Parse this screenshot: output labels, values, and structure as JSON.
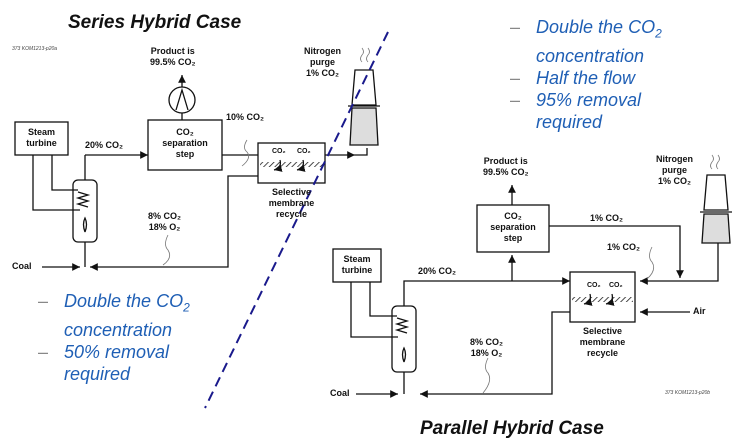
{
  "series": {
    "title": "Series Hybrid Case",
    "ref_code": "373 KOM1213-p20a",
    "labels": {
      "product": "Product is\n99.5% CO₂",
      "nitrogen": "Nitrogen\npurge\n1% CO₂",
      "ten": "10% CO₂",
      "twenty": "20% CO₂",
      "steam": "Steam\nturbine",
      "sep": "CO₂\nseparation\nstep",
      "membrane_co2_a": "CO₂",
      "membrane_co2_b": "CO₂",
      "membrane": "Selective\nmembrane\nrecycle",
      "recycle": "8% CO₂\n18% O₂",
      "coal": "Coal"
    },
    "bullets": [
      {
        "text": "Double the CO",
        "sub": "2",
        "cont": "concentration"
      },
      {
        "text": "50% removal",
        "sub": "",
        "cont": "required"
      }
    ]
  },
  "parallel": {
    "title": "Parallel Hybrid Case",
    "ref_code": "373 KOM1213-p20b",
    "labels": {
      "product": "Product is\n99.5% CO₂",
      "nitrogen": "Nitrogen\npurge\n1% CO₂",
      "one_a": "1% CO₂",
      "one_b": "1% CO₂",
      "twenty": "20% CO₂",
      "steam": "Steam\nturbine",
      "sep": "CO₂\nseparation\nstep",
      "membrane_co2_a": "CO₂",
      "membrane_co2_b": "CO₂",
      "membrane": "Selective\nmembrane\nrecycle",
      "recycle": "8% CO₂\n18% O₂",
      "air": "Air",
      "coal": "Coal"
    },
    "bullets": [
      {
        "text": "Double the CO",
        "sub": "2",
        "cont": "concentration"
      },
      {
        "text": "Half the flow",
        "sub": "",
        "cont": ""
      },
      {
        "text": "95% removal",
        "sub": "",
        "cont": "required"
      }
    ]
  },
  "colors": {
    "bullet_text": "#1f5fb5",
    "divider": "#1a1a8c",
    "line": "#111111"
  }
}
